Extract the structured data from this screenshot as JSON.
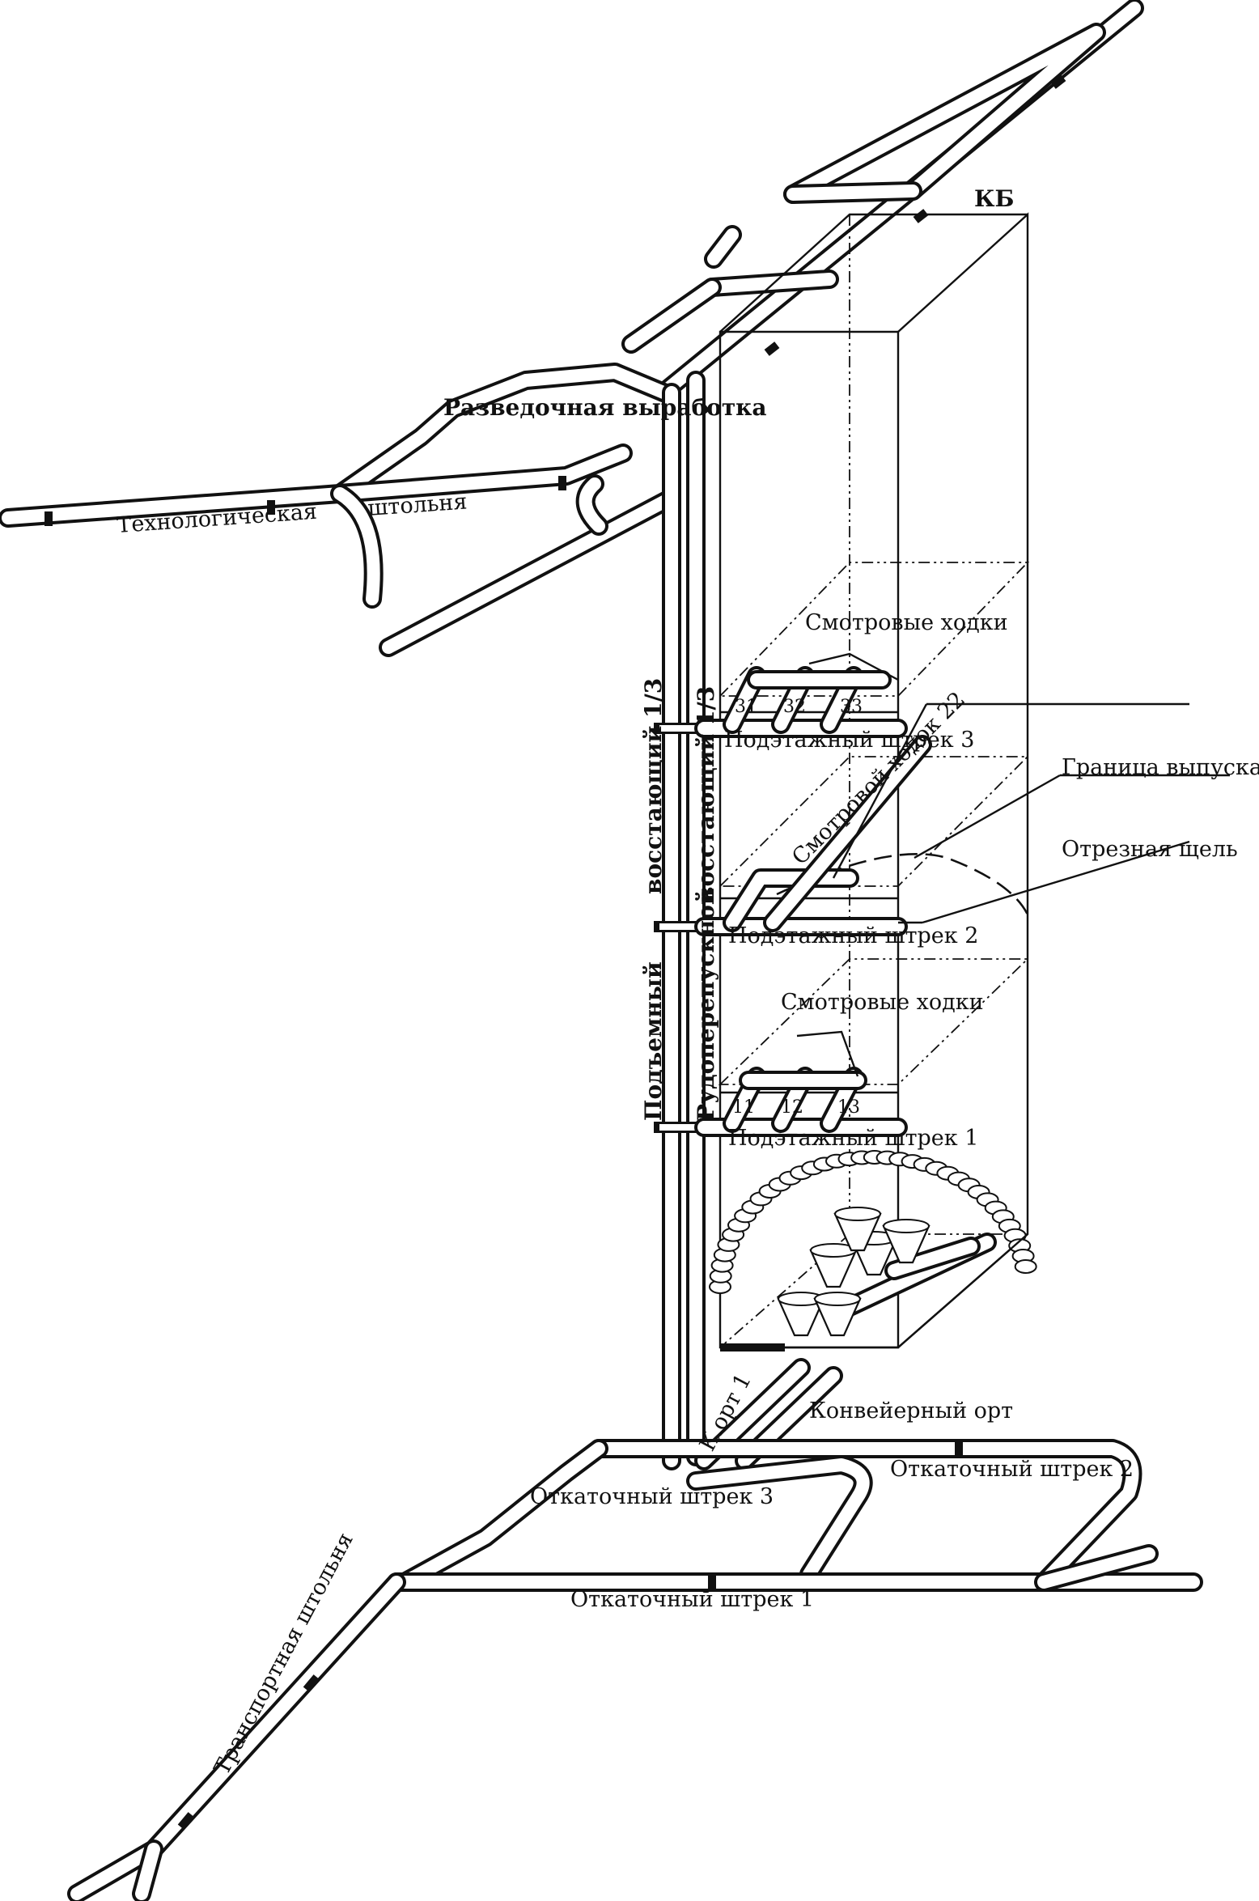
{
  "labels": {
    "kb": "КБ",
    "exploration_working": "Разведочная выработка",
    "technological": "Технологическая",
    "adit": "штольня",
    "inspection_drifts_top": "Смотровые ходки",
    "sublevel_drift_3": "Подэтажный штрек 3",
    "raise_1_3": "восстающий 1/3",
    "raise_1_3_b": "восстающий 1/3",
    "inspection_drift_22": "Смотровой ходок 22",
    "release_boundary": "Граница выпуска",
    "cut_slot": "Отрезная щель",
    "sublevel_drift_2": "Подэтажный штрек 2",
    "lifting": "Подъемный",
    "ore_pass": "Рудоперепускной",
    "inspection_drifts_bottom": "Смотровые ходки",
    "sublevel_drift_1": "Подэтажный штрек 1",
    "conveyor_crosscut": "Конвейерный орт",
    "k_cross_1": "К.орт 1",
    "haulage_drift_3": "Откаточный штрек 3",
    "haulage_drift_2": "Откаточный штрек 2",
    "haulage_drift_1": "Откаточный штрек 1",
    "transport_adit": "Транспортная штольня"
  },
  "bay_numbers": {
    "n31": "31",
    "n32": "32",
    "n33": "33",
    "n11": "11",
    "n12": "12",
    "n13": "13"
  }
}
